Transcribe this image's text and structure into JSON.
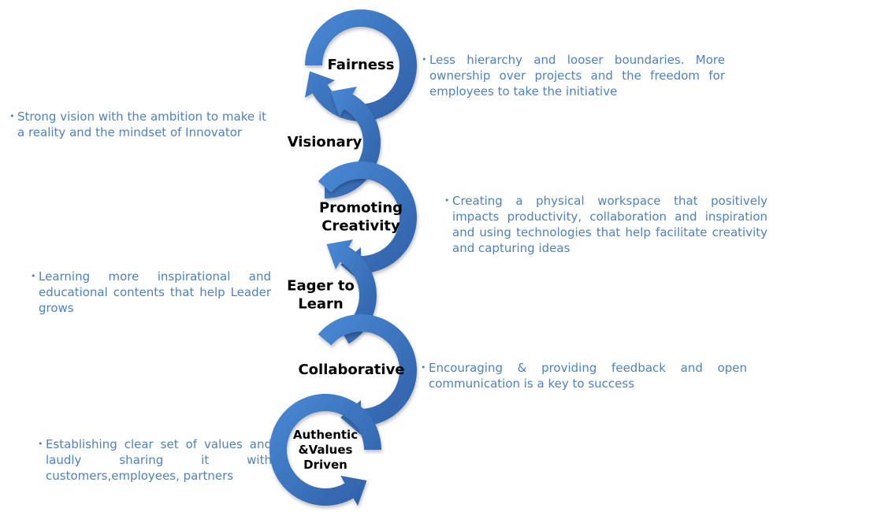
{
  "colors": {
    "arrow_light": "#4a8ad6",
    "arrow_dark": "#2e5ea5",
    "description_text": "#4f81bd",
    "label_text": "#000000"
  },
  "stages": [
    {
      "label": "Fairness",
      "description": "Less hierarchy and looser boundaries. More ownership over projects and the freedom for employees to take the initiative"
    },
    {
      "label": "Visionary",
      "description": "Strong vision with the ambition to make it a reality and  the mindset of Innovator"
    },
    {
      "label": "Promoting\nCreativity",
      "description": "Creating a physical workspace that positively impacts productivity, collaboration and inspiration and using technologies that help facilitate creativity and capturing ideas"
    },
    {
      "label": "Eager to\nLearn",
      "description": "Learning more inspirational and educational contents that help Leader grows"
    },
    {
      "label": "Collaborative",
      "description": "Encouraging & providing feedback and open communication is a key to success"
    },
    {
      "label": "Authentic\n&Values\nDriven",
      "description": "Establishing clear set of values and laudly sharing it with customers,employees, partners"
    }
  ]
}
